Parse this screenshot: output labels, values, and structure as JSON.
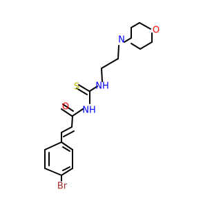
{
  "molecule": {
    "atoms": {
      "o_morph": {
        "label": "O",
        "color": "#ff0000"
      },
      "n_morph": {
        "label": "N",
        "color": "#0000ff"
      },
      "nh_thio": {
        "label": "NH",
        "color": "#0000ff"
      },
      "s_thio": {
        "label": "S",
        "color": "#b8b800"
      },
      "nh_amide": {
        "label": "NH",
        "color": "#0000ff"
      },
      "o_amide": {
        "label": "O",
        "color": "#ff0000"
      },
      "br": {
        "label": "Br",
        "color": "#a52a2a"
      }
    }
  }
}
